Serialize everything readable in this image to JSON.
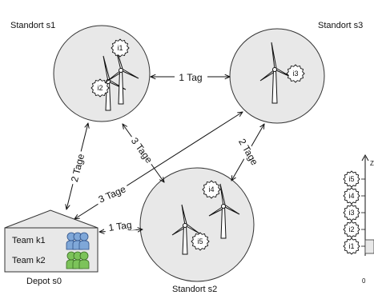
{
  "sites": {
    "s1": {
      "label": "Standort s1",
      "turbines": [
        "i1",
        "i2"
      ]
    },
    "s2": {
      "label": "Standort s2",
      "turbines": [
        "i4",
        "i5"
      ]
    },
    "s3": {
      "label": "Standort s3",
      "turbines": [
        "i3"
      ]
    }
  },
  "depot": {
    "label": "Depot s0",
    "teams": [
      "Team k1",
      "Team k2"
    ],
    "team_colors": [
      "#7fa7d8",
      "#7cc35a"
    ]
  },
  "edges": [
    {
      "from": "s1",
      "to": "s3",
      "label": "1 Tag"
    },
    {
      "from": "s1",
      "to": "s2",
      "label": "3 Tage"
    },
    {
      "from": "s3",
      "to": "s2",
      "label": "2 Tage"
    },
    {
      "from": "s0",
      "to": "s1",
      "label": "2 Tage"
    },
    {
      "from": "s0",
      "to": "s3",
      "label": "3 Tage"
    },
    {
      "from": "s0",
      "to": "s2",
      "label": "1 Tag"
    }
  ],
  "side_panel": {
    "stack": [
      "i5",
      "i4",
      "i3",
      "i2",
      "i1"
    ],
    "axis_top": "Z",
    "axis_bottom": "0"
  }
}
